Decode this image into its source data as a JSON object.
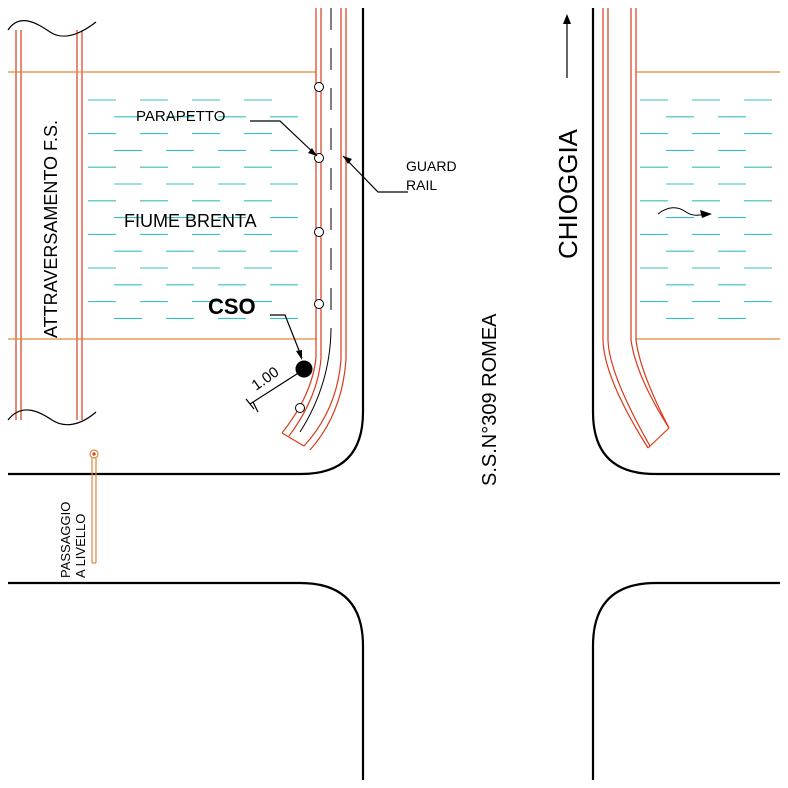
{
  "labels": {
    "railway": "ATTRAVERSAMENTO F.S.",
    "river": "FIUME BRENTA",
    "parapet": "PARAPETTO",
    "guard_rail_1": "GUARD",
    "guard_rail_2": "RAIL",
    "cso": "CSO",
    "dimension": "1.00",
    "road": "S.S.N°309 ROMEA",
    "direction": "CHIOGGIA",
    "level_crossing_1": "PASSAGGIO",
    "level_crossing_2": "A LIVELLO"
  },
  "colors": {
    "water": "#35c2c2",
    "bank": "#e0893a",
    "edge": "#d93a1a",
    "road": "#000000"
  },
  "icons": {
    "cso_marker": "filled-circle",
    "parapet_post": "open-circle",
    "direction_arrow": "arrow-up",
    "flow_arrow": "squiggle-arrow"
  }
}
